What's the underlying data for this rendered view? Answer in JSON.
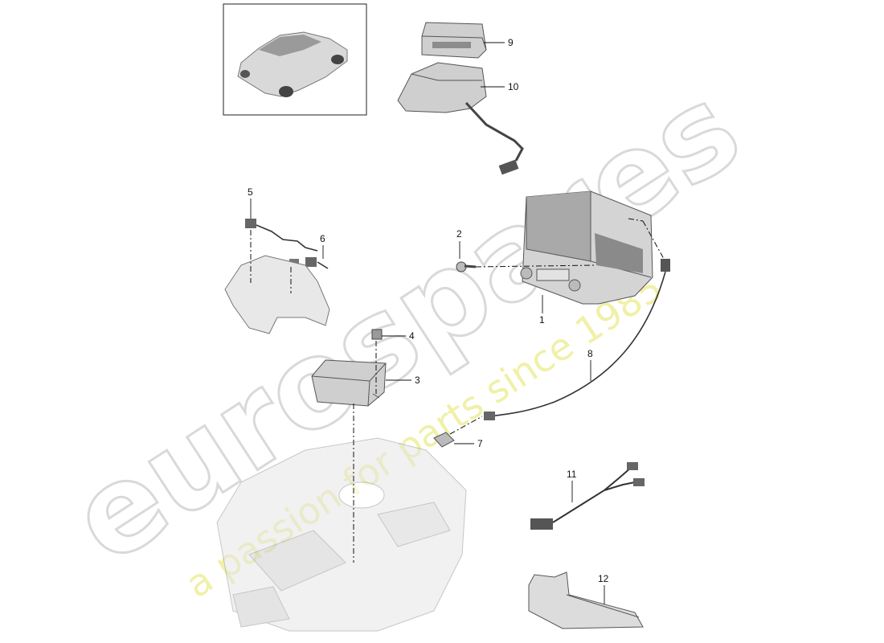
{
  "watermark": {
    "brand": "eurospares",
    "tagline": "a passion for parts since 1985"
  },
  "callouts": [
    {
      "id": "1",
      "text": "1"
    },
    {
      "id": "2",
      "text": "2"
    },
    {
      "id": "3",
      "text": "3"
    },
    {
      "id": "4",
      "text": "4"
    },
    {
      "id": "5",
      "text": "5"
    },
    {
      "id": "6",
      "text": "6"
    },
    {
      "id": "7",
      "text": "7"
    },
    {
      "id": "8",
      "text": "8"
    },
    {
      "id": "9",
      "text": "9"
    },
    {
      "id": "10",
      "text": "10"
    },
    {
      "id": "11",
      "text": "11"
    },
    {
      "id": "12",
      "text": "12"
    }
  ],
  "colors": {
    "part_fill": "#cfcfcf",
    "part_dark": "#8c8c8c",
    "watermark_text": "#eeee99",
    "line": "#111111"
  }
}
